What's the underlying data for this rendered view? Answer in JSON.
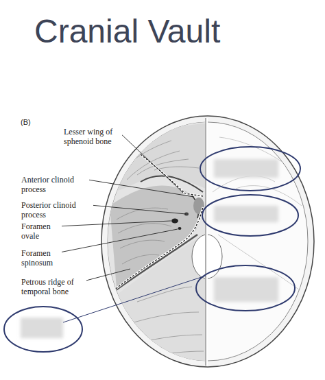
{
  "diagram": {
    "title": "Cranial Vault",
    "labels": [
      "(B)",
      "Lesser wing of sphenoid bone",
      "Anterior clinoid process",
      "Posterior clinoid process",
      "Foramen ovale",
      "Foramen spinosum",
      "Petrous ridge of temporal bone"
    ]
  }
}
